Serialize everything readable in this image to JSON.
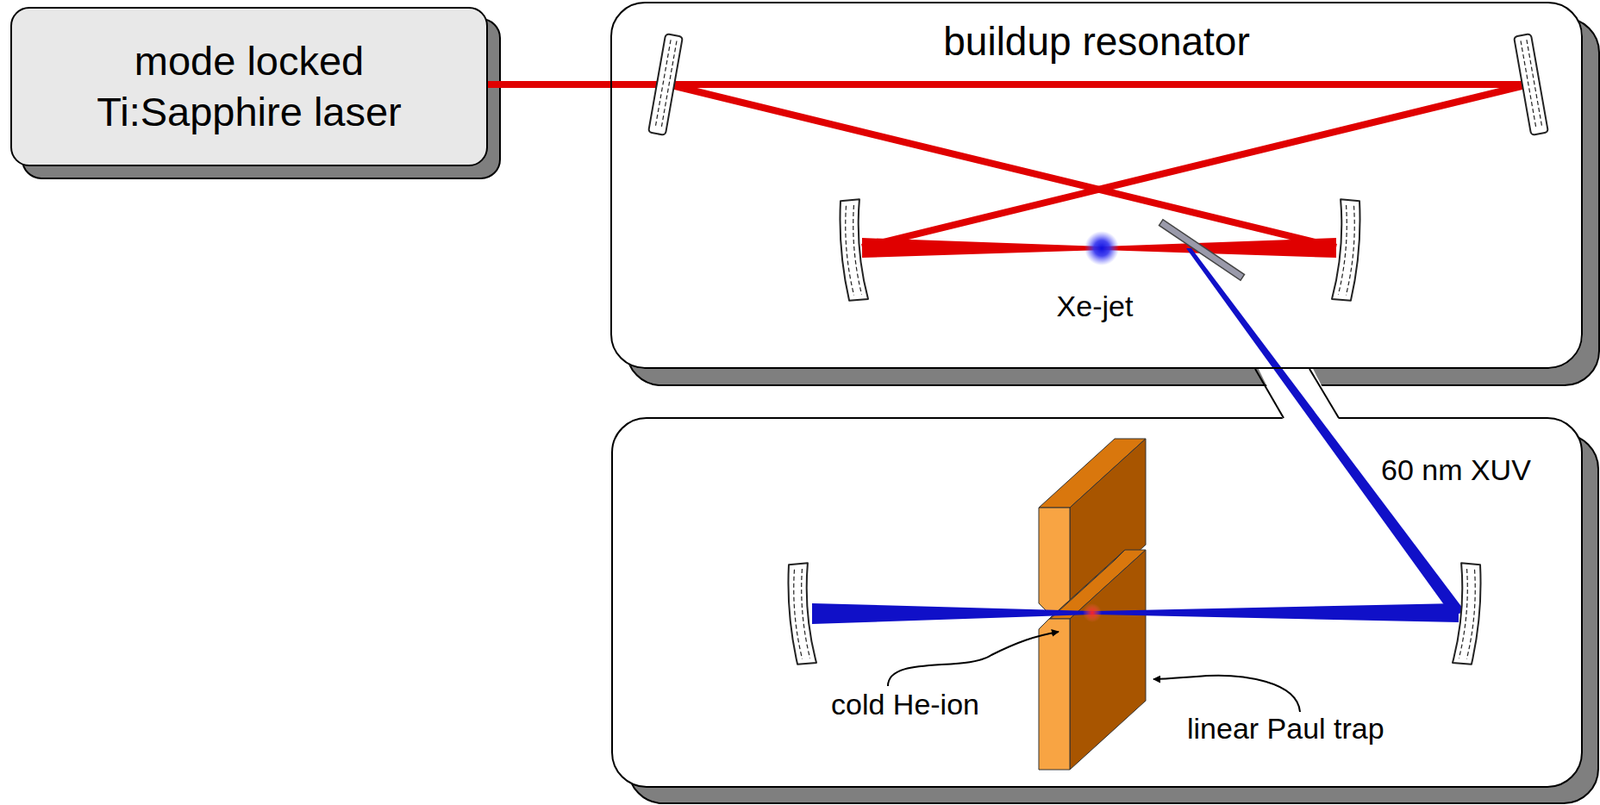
{
  "diagram": {
    "nodes": [
      {
        "text": [
          "mode locked Ti:Sapphire laser"
        ]
      },
      {
        "text": [
          "buildup resonator"
        ]
      }
    ],
    "edges": [
      {
        "from": 0,
        "to": 1,
        "arrow": "none"
      }
    ],
    "labels": [
      "Xe-jet",
      "60 nm XUV",
      "cold He-ion",
      "linear Paul trap"
    ]
  }
}
